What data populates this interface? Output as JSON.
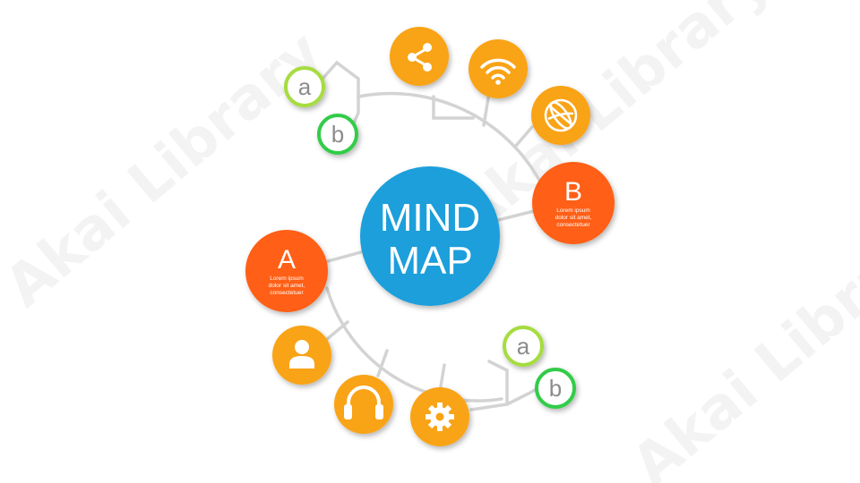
{
  "center": {
    "line1": "MIND",
    "line2": "MAP"
  },
  "topic_a": {
    "letter": "A",
    "text": [
      "Lorem ipsum",
      "dolor sit amet,",
      "consectetuer"
    ]
  },
  "topic_b": {
    "letter": "B",
    "text": [
      "Lorem ipsum",
      "dolor sit amet,",
      "consectetuer"
    ]
  },
  "upper_small": {
    "a": "a",
    "b": "b"
  },
  "lower_small": {
    "a": "a",
    "b": "b"
  },
  "icons_upper": [
    "share-icon",
    "wifi-icon",
    "globe-icon"
  ],
  "icons_lower": [
    "user-icon",
    "headphones-icon",
    "gear-icon"
  ],
  "watermark": "Akai Library",
  "colors": {
    "center": "#1a9fdb",
    "topic": "#ff5f12",
    "icon_node": "#f9a313",
    "small_border_light": "#a6dc41",
    "small_border_dark": "#33cc4a",
    "connector": "#d3d3d3",
    "small_text": "#8c8c8c"
  }
}
